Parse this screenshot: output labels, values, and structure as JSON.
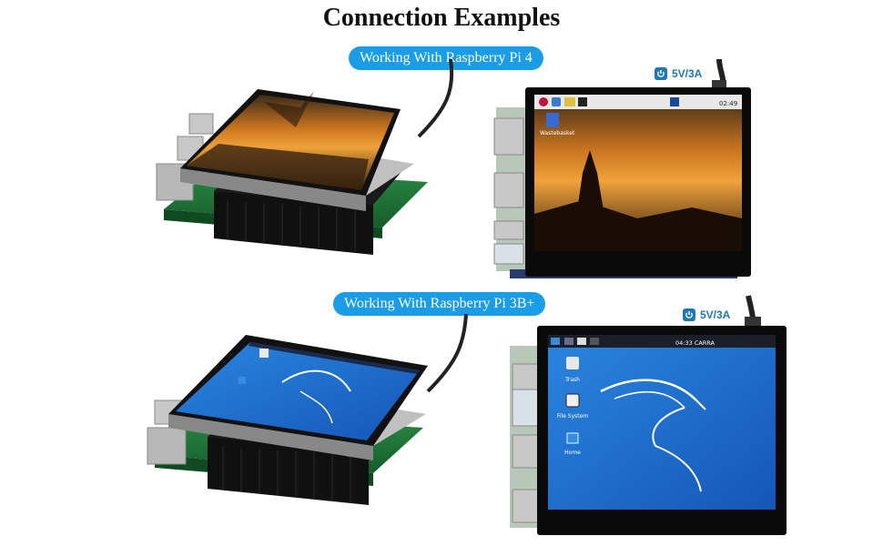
{
  "title": "Connection Examples",
  "sections": [
    {
      "label": "Working With Raspberry Pi 4",
      "power": "5V/3A",
      "clock": "02:49",
      "desktop_icon": "Wastebasket"
    },
    {
      "label": "Working With Raspberry Pi 3B+",
      "power": "5V/3A",
      "clock": "04:33 CARRA",
      "desktop_icons": [
        "Trash",
        "File System",
        "Home"
      ]
    }
  ],
  "colors": {
    "accent": "#1a9ce6",
    "power_text": "#1f78b4",
    "kali_bg": "#1d6fd1",
    "sunset": "#e08a2a",
    "pcb": "#1f7a3a"
  }
}
